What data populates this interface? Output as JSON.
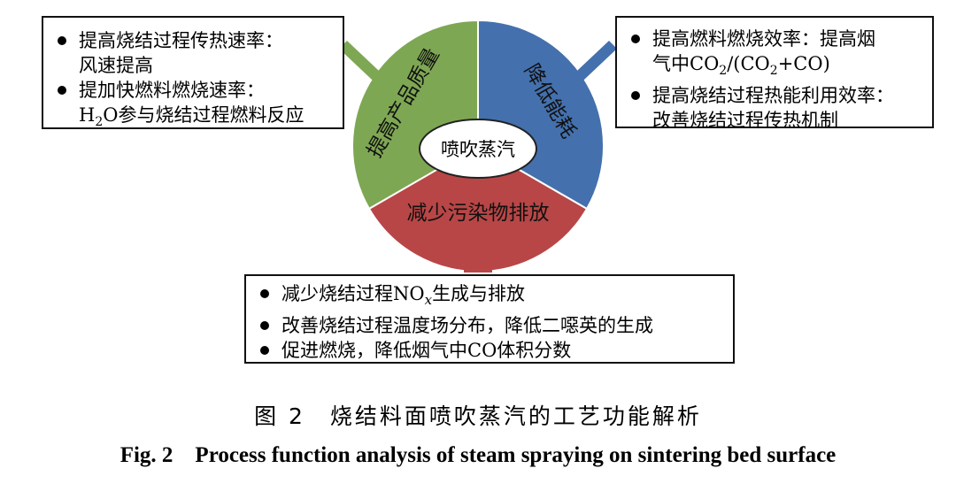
{
  "wheel": {
    "center": "喷吹蒸汽",
    "segments": [
      {
        "label": "提高产品质量",
        "color": "#7ea753"
      },
      {
        "label": "降低能耗",
        "color": "#4470ad"
      },
      {
        "label": "减少污染物排放",
        "color": "#b84646"
      }
    ]
  },
  "left_box": {
    "items": [
      {
        "line1": "提高烧结过程传热速率：",
        "line2": "风速提高"
      },
      {
        "line1": "提加快燃料燃烧速率：",
        "line2_pre": "H",
        "line2_sub": "2",
        "line2_post": "O参与烧结过程燃料反应"
      }
    ]
  },
  "right_box": {
    "items": [
      {
        "line1": "提高燃料燃烧效率：提高烟",
        "line2_a": "气中CO",
        "line2_sub1": "2",
        "line2_b": "/(CO",
        "line2_sub2": "2",
        "line2_c": "+CO)"
      },
      {
        "line1": "提高烧结过程热能利用效率：",
        "line2": "改善烧结过程传热机制"
      }
    ]
  },
  "bottom_box": {
    "items": [
      {
        "pre": "减少烧结过程NO",
        "sub": "x",
        "post": "生成与排放"
      },
      {
        "text": "改善烧结过程温度场分布，降低二噁英的生成"
      },
      {
        "text": "促进燃烧，降低烟气中CO体积分数"
      }
    ]
  },
  "caption": {
    "cn": "图 2　烧结料面喷吹蒸汽的工艺功能解析",
    "en": "Fig. 2　Process function analysis of steam spraying on sintering bed surface"
  }
}
